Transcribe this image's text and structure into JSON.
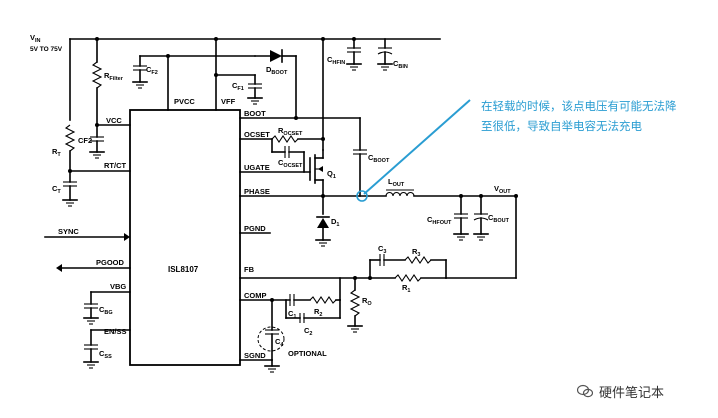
{
  "title": "",
  "ic": {
    "name": "ISL8107"
  },
  "supply": {
    "label": "V",
    "sub": "IN",
    "range": "5V TO 75V"
  },
  "pins_left": [
    "VCC",
    "RT/CT",
    "SYNC",
    "PGOOD",
    "VBG",
    "EN/SS"
  ],
  "pins_top": [
    "PVCC",
    "VFF"
  ],
  "pins_right": [
    "BOOT",
    "OCSET",
    "UGATE",
    "PHASE",
    "PGND",
    "FB",
    "COMP",
    "SGND"
  ],
  "components": {
    "rfilter": {
      "p": "R",
      "s": "Filter"
    },
    "cf2_top": {
      "p": "C",
      "s": "F2"
    },
    "cf1": {
      "p": "C",
      "s": "F1"
    },
    "dboot": {
      "p": "D",
      "s": "BOOT"
    },
    "chfin": {
      "p": "C",
      "s": "HFIN"
    },
    "cbin": {
      "p": "C",
      "s": "BIN"
    },
    "rt": {
      "p": "R",
      "s": "T"
    },
    "cf2_left": {
      "p": "CF2"
    },
    "ct": {
      "p": "C",
      "s": "T"
    },
    "rocset": {
      "p": "R",
      "s": "OCSET"
    },
    "cocset": {
      "p": "C",
      "s": "OCSET"
    },
    "cboot": {
      "p": "C",
      "s": "BOOT"
    },
    "q1": {
      "p": "Q",
      "s": "1"
    },
    "lout": {
      "p": "L",
      "s": "OUT"
    },
    "vout": {
      "p": "V",
      "s": "OUT"
    },
    "d1": {
      "p": "D",
      "s": "1"
    },
    "chfout": {
      "p": "C",
      "s": "HFOUT"
    },
    "cbout": {
      "p": "C",
      "s": "BOUT"
    },
    "c3": {
      "p": "C",
      "s": "3"
    },
    "r3": {
      "p": "R",
      "s": "3"
    },
    "r1": {
      "p": "R",
      "s": "1"
    },
    "c1": {
      "p": "C",
      "s": "1"
    },
    "r2": {
      "p": "R",
      "s": "2"
    },
    "c2": {
      "p": "C",
      "s": "2"
    },
    "ro": {
      "p": "R",
      "s": "O"
    },
    "cbg": {
      "p": "C",
      "s": "BG"
    },
    "css": {
      "p": "C",
      "s": "SS"
    },
    "c4": {
      "p": "C",
      "s": "4"
    }
  },
  "optional_label": "OPTIONAL",
  "annotation": {
    "text": "在轻载的时候，该点电压有可能无法降至很低，导致自举电容无法充电",
    "color": "#2a9dd2"
  },
  "watermark": {
    "text": "硬件笔记本"
  }
}
